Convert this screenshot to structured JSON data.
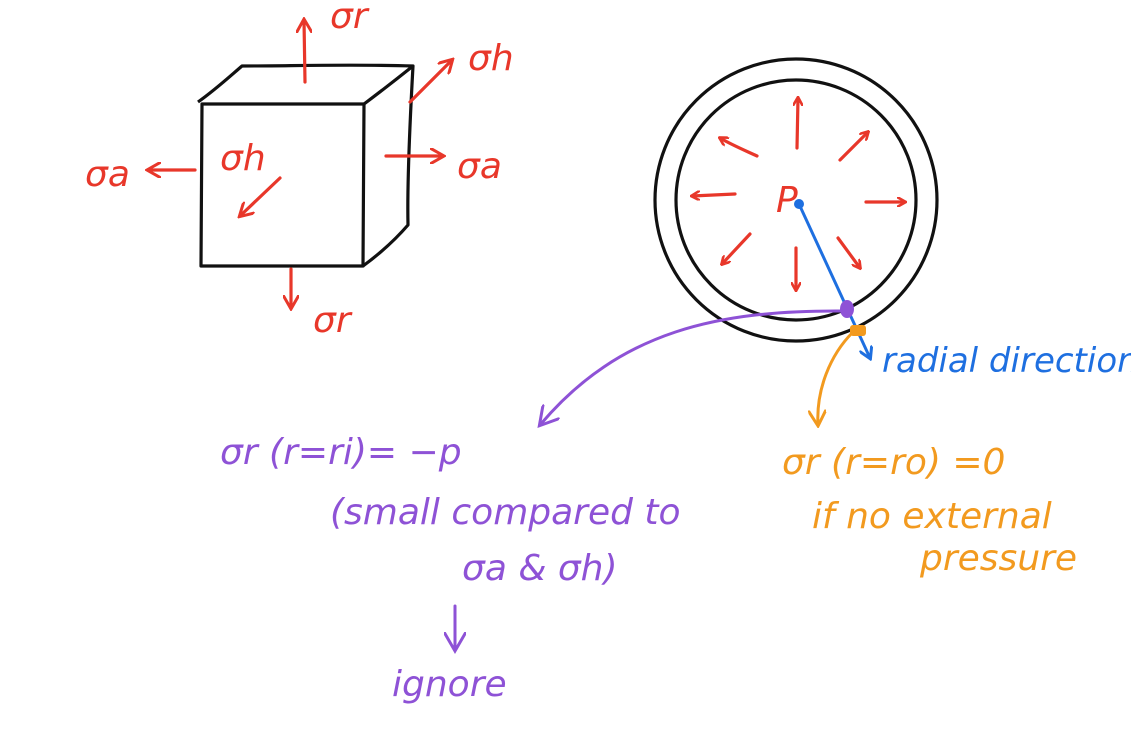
{
  "cube": {
    "sigma_r_top": "σr",
    "sigma_h_top": "σh",
    "sigma_a_left": "σa",
    "sigma_h_face": "σh",
    "sigma_a_right": "σa",
    "sigma_r_bottom": "σr"
  },
  "vessel": {
    "pressure_label": "P",
    "radial_direction": "radial direction"
  },
  "inner_condition": {
    "line1": "σr (r=ri)= −p",
    "line2": "(small compared to",
    "line3": "σa & σh)",
    "conclusion": "ignore"
  },
  "outer_condition": {
    "line1": "σr (r=ro) =0",
    "line2": "if no external",
    "line3": "pressure"
  },
  "colors": {
    "stress": "#e8372a",
    "radial": "#1e6fe0",
    "inner": "#8e52d6",
    "outer": "#f29a1f",
    "outline": "#111111"
  }
}
